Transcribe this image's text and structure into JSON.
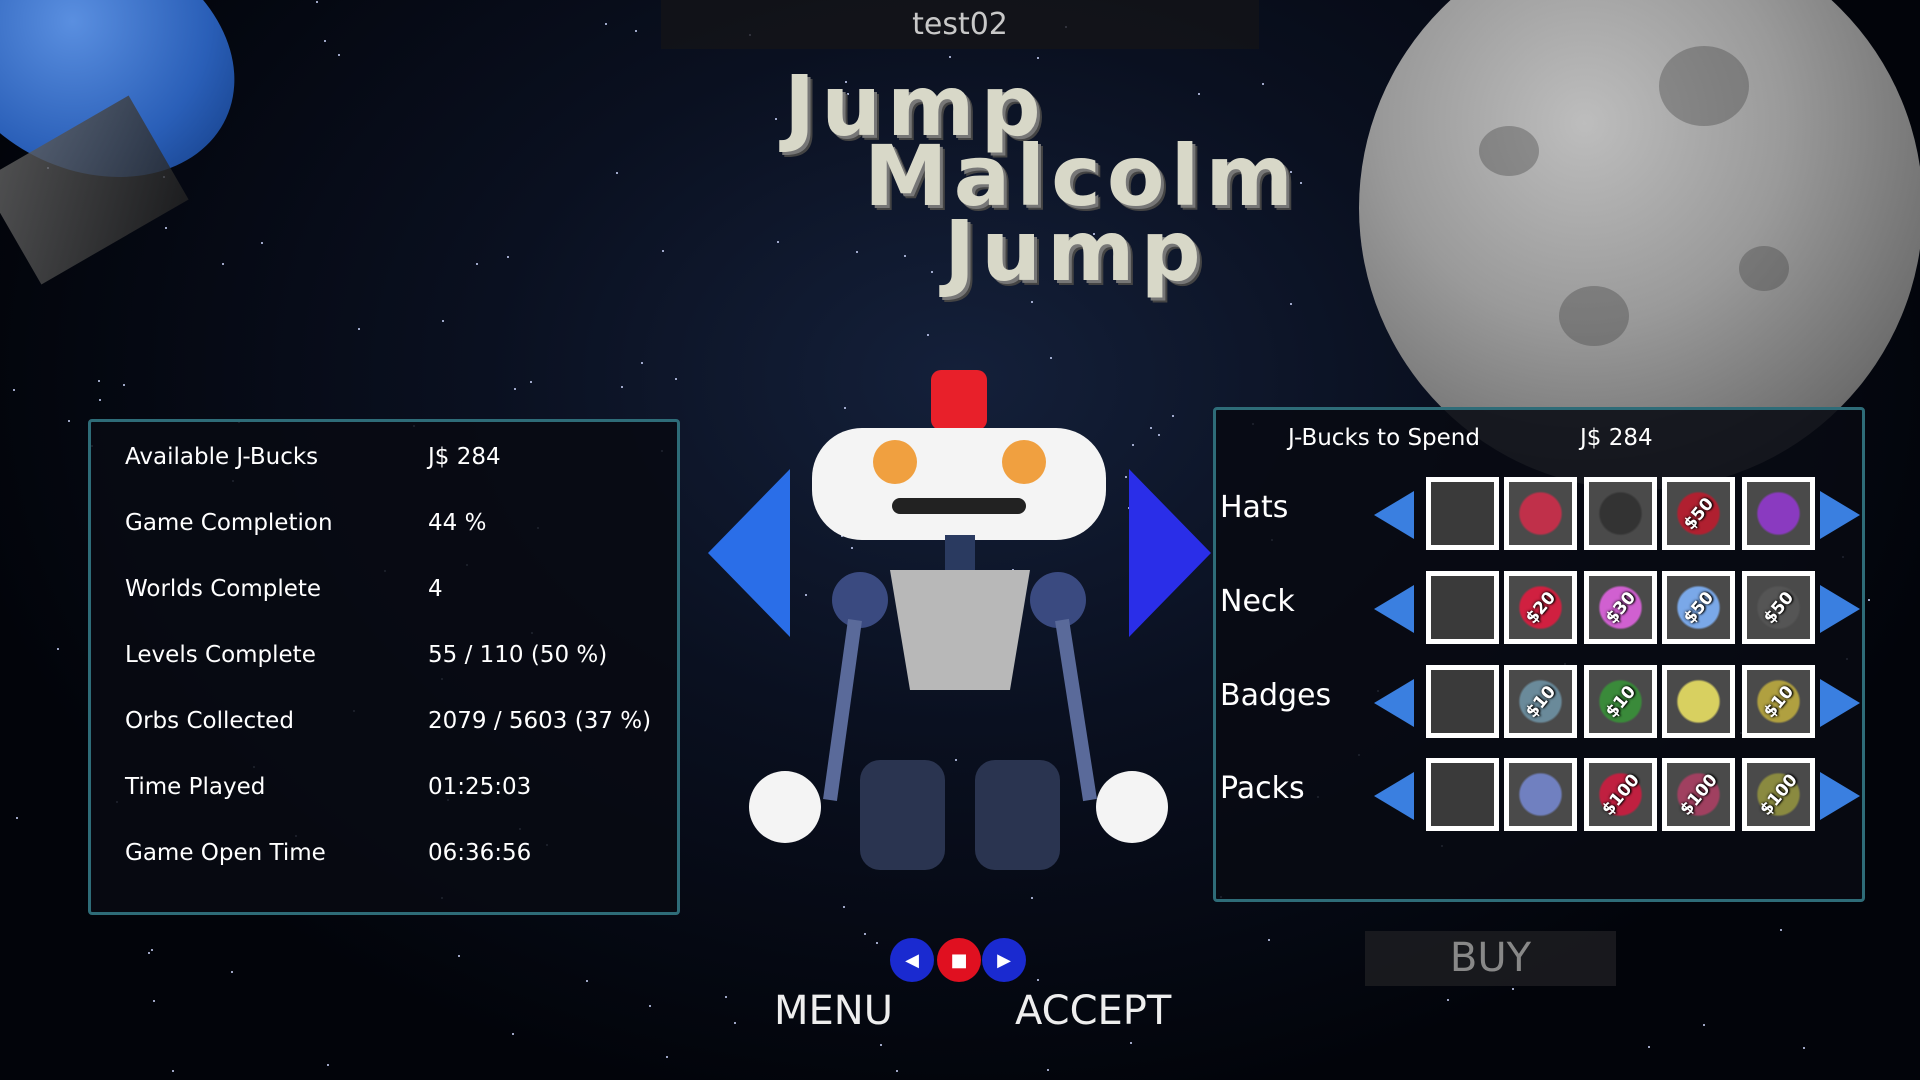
{
  "title": "test02",
  "logo": {
    "line1": "Jump",
    "line2": "Malcolm",
    "line3": "Jump"
  },
  "stats": [
    {
      "label": "Available J-Bucks",
      "value": "J$ 284"
    },
    {
      "label": "Game Completion",
      "value": "44 %"
    },
    {
      "label": "Worlds Complete",
      "value": "4"
    },
    {
      "label": "Levels Complete",
      "value": "55 / 110 (50 %)"
    },
    {
      "label": "Orbs Collected",
      "value": "2079 / 5603 (37 %)"
    },
    {
      "label": "Time Played",
      "value": "01:25:03"
    },
    {
      "label": "Game Open Time",
      "value": "06:36:56"
    }
  ],
  "shop": {
    "header_label": "J-Bucks to Spend",
    "header_value": "J$ 284",
    "rows": [
      {
        "label": "Hats",
        "items": [
          {
            "price": "",
            "color": "#3a3a3a"
          },
          {
            "price": "",
            "color": "#c0304a"
          },
          {
            "price": "",
            "color": "#333"
          },
          {
            "price": "$50",
            "color": "#b02030"
          },
          {
            "price": "",
            "color": "#8a3ac0"
          }
        ]
      },
      {
        "label": "Neck",
        "items": [
          {
            "price": "",
            "color": "#3a3a3a"
          },
          {
            "price": "$20",
            "color": "#d02040"
          },
          {
            "price": "$30",
            "color": "#d060d0"
          },
          {
            "price": "$50",
            "color": "#7aa8e8"
          },
          {
            "price": "$50",
            "color": "#555"
          }
        ]
      },
      {
        "label": "Badges",
        "items": [
          {
            "price": "",
            "color": "#3a3a3a"
          },
          {
            "price": "$10",
            "color": "#6a8a9a"
          },
          {
            "price": "$10",
            "color": "#3a8a3a"
          },
          {
            "price": "",
            "color": "#d8d060"
          },
          {
            "price": "$10",
            "color": "#b0a040"
          }
        ]
      },
      {
        "label": "Packs",
        "items": [
          {
            "price": "",
            "color": "#3a3a3a"
          },
          {
            "price": "",
            "color": "#7080c0"
          },
          {
            "price": "$100",
            "color": "#c02040"
          },
          {
            "price": "$100",
            "color": "#a04060"
          },
          {
            "price": "$100",
            "color": "#8a8a40"
          }
        ]
      }
    ]
  },
  "controls": {
    "menu": "MENU",
    "accept": "ACCEPT",
    "buy": "BUY"
  }
}
